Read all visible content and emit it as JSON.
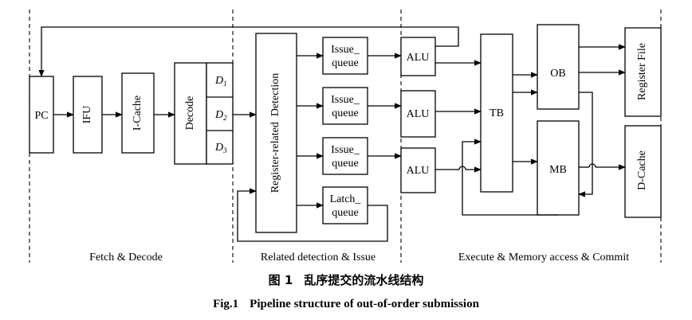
{
  "blocks": {
    "pc": "PC",
    "ifu": "IFU",
    "icache": "I-Cache",
    "decode": "Decode",
    "d1": "D",
    "d1_sub": "1",
    "d2": "D",
    "d2_sub": "2",
    "d3": "D",
    "d3_sub": "3",
    "register_detection": "Register-related  Detection",
    "issue_queue_1": [
      "Issue_",
      "queue"
    ],
    "issue_queue_2": [
      "Issue_",
      "queue"
    ],
    "issue_queue_3": [
      "Issue_",
      "queue"
    ],
    "latch_queue": [
      "Latch_",
      "queue"
    ],
    "alu_1": "ALU",
    "alu_2": "ALU",
    "alu_3": "ALU",
    "tb": "TB",
    "ob": "OB",
    "mb": "MB",
    "register_file": "Register File",
    "dcache": "D-Cache"
  },
  "sections": {
    "fetch_decode": "Fetch & Decode",
    "related_issue": "Related detection & Issue",
    "execute_commit": "Execute & Memory access & Commit"
  },
  "caption": {
    "cn_number": "图 1",
    "cn_title": "乱序提交的流水线结构",
    "en_number": "Fig.1",
    "en_title": "Pipeline structure of out-of-order submission"
  }
}
